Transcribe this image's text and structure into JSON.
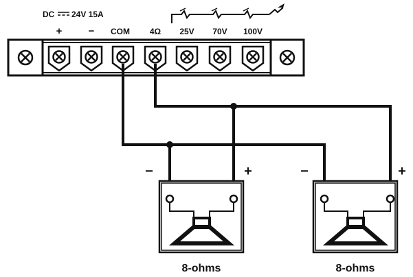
{
  "power_label": "DC",
  "power_rating": "24V 15A",
  "terminals": {
    "plus": "+",
    "minus": "−",
    "com": "COM",
    "ohm4": "4Ω",
    "v25": "25V",
    "v70": "70V",
    "v100": "100V"
  },
  "speakers": [
    {
      "label": "8-ohms",
      "minus": "−",
      "plus": "+"
    },
    {
      "label": "8-ohms",
      "minus": "−",
      "plus": "+"
    }
  ],
  "colors": {
    "ink": "#111111",
    "background": "#ffffff"
  }
}
